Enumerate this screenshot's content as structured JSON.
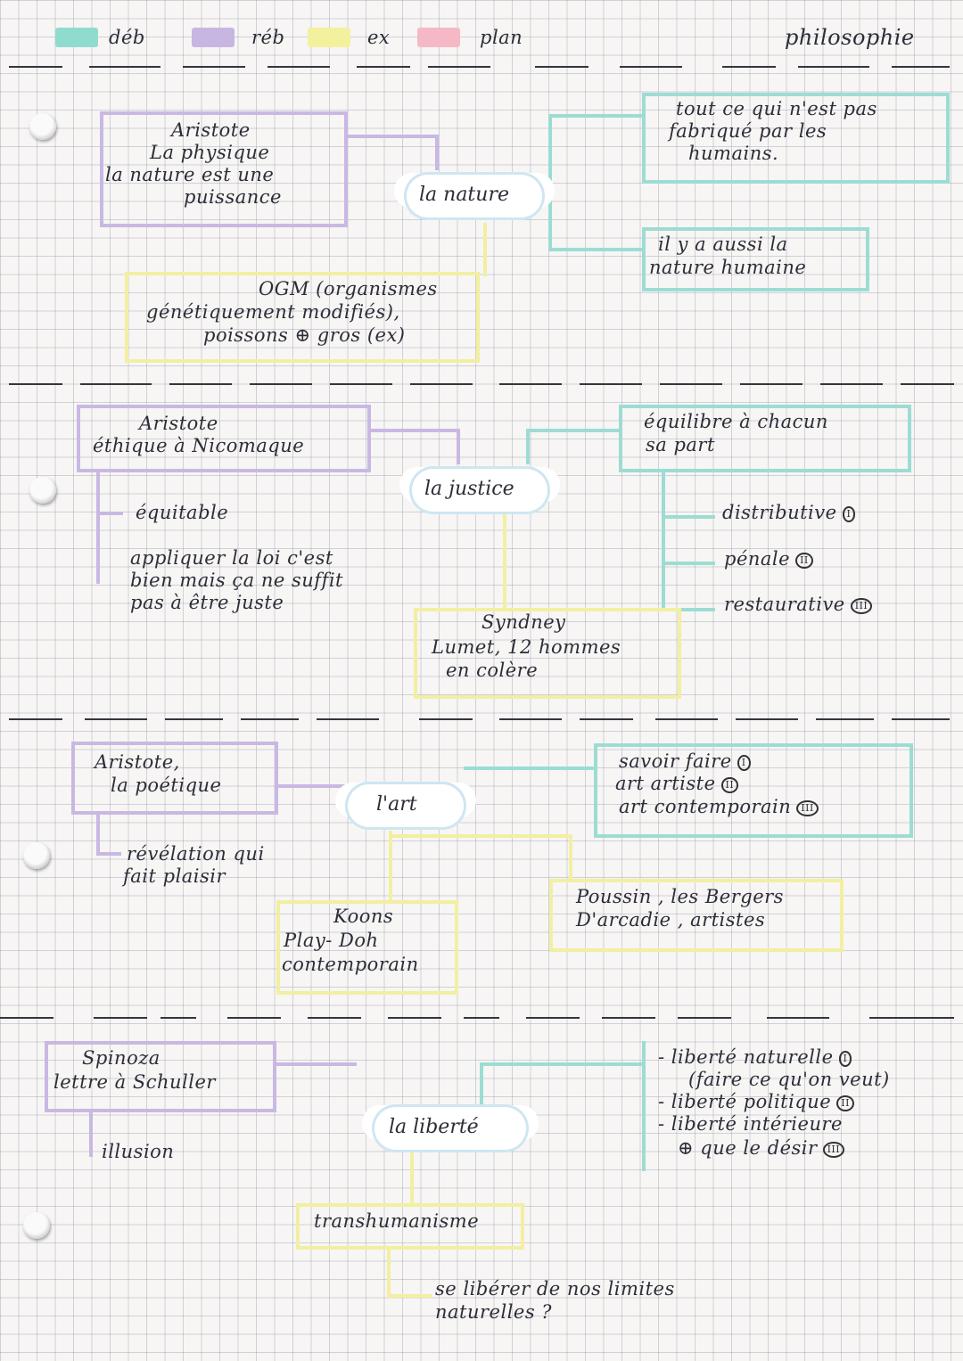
{
  "header": {
    "legend": [
      {
        "label": "déb",
        "color": "#8fdccf"
      },
      {
        "label": "réb",
        "color": "#c8b6e2"
      },
      {
        "label": "ex",
        "color": "#f3f09e"
      },
      {
        "label": "plan",
        "color": "#f5b9c6"
      }
    ],
    "subject": "philosophie"
  },
  "sections": {
    "nature": {
      "center": "la nature",
      "ref": [
        "Aristote",
        "La physique",
        "la nature est une",
        "puissance"
      ],
      "def1": [
        "tout ce qui n'est pas",
        "fabriqué par les",
        "humains."
      ],
      "def2": [
        "il y a aussi la",
        "nature humaine"
      ],
      "example": [
        "OGM (organismes",
        "génétiquement modifiés),",
        "poissons ⊕ gros (ex)"
      ]
    },
    "justice": {
      "center": "la justice",
      "ref": [
        "Aristote",
        "éthique à Nicomaque"
      ],
      "note1": "équitable",
      "note2": [
        "appliquer la loi c'est",
        "bien mais ça ne suffit",
        "pas à être juste"
      ],
      "def": [
        "équilibre à chacun",
        "sa part"
      ],
      "types": [
        {
          "label": "distributive",
          "num": "I"
        },
        {
          "label": "pénale",
          "num": "II"
        },
        {
          "label": "restaurative",
          "num": "III"
        }
      ],
      "example": [
        "Syndney",
        "Lumet, 12 hommes",
        "en colère"
      ]
    },
    "art": {
      "center": "l'art",
      "ref": [
        "Aristote,",
        "la poétique"
      ],
      "note": [
        "révélation qui",
        "fait plaisir"
      ],
      "def": [
        {
          "label": "savoir faire",
          "num": "I"
        },
        {
          "label": "art artiste",
          "num": "II"
        },
        {
          "label": "art contemporain",
          "num": "III"
        }
      ],
      "example1": [
        "Koons",
        "Play- Doh",
        "contemporain"
      ],
      "example2": [
        "Poussin , les Bergers",
        "D'arcadie , artistes"
      ]
    },
    "liberte": {
      "center": "la liberté",
      "ref": [
        "Spinoza",
        "lettre à Schuller"
      ],
      "note": "illusion",
      "def": [
        {
          "label": "- liberté naturelle",
          "num": "I"
        },
        {
          "label": "(faire ce qu'on veut)",
          "num": ""
        },
        {
          "label": "- liberté politique",
          "num": "II"
        },
        {
          "label": "- liberté intérieure",
          "num": ""
        },
        {
          "label": "⊕ que le désir",
          "num": "III"
        }
      ],
      "example": "transhumanisme",
      "question": [
        "se libérer de nos limites",
        "naturelles ?"
      ]
    }
  }
}
